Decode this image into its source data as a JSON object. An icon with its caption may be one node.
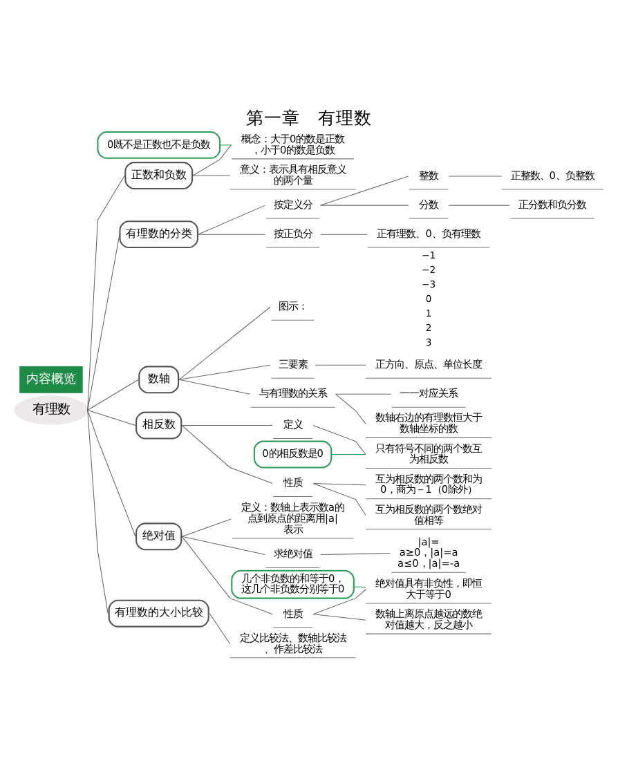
{
  "diagram": {
    "title": "第一章　有理数",
    "nodes": [
      {
        "text": [
          "有理数"
        ]
      },
      {
        "text": [
          "正数和负数"
        ]
      },
      {
        "text": [
          "概念：大于0的数是正数，小于0的数是负数"
        ]
      },
      {
        "text": [
          "0既不是正数也不是负数"
        ]
      },
      {
        "text": [
          "意义：表示具有相反意义的两个量"
        ]
      },
      {
        "text": [
          "有理数的分类"
        ]
      },
      {
        "text": [
          "按定义分"
        ]
      },
      {
        "text": [
          "整数"
        ]
      },
      {
        "text": [
          "正整数、0、负整数"
        ]
      },
      {
        "text": [
          "分数"
        ]
      },
      {
        "text": [
          "正分数和负分数"
        ]
      },
      {
        "text": [
          "按正负分"
        ]
      },
      {
        "text": [
          "正有理数、0、负有理数"
        ]
      },
      {
        "text": [
          "数轴"
        ]
      },
      {
        "text": [
          "图示："
        ]
      },
      {
        "text": [
          "三要素"
        ]
      },
      {
        "text": [
          "正方向、原点、单位长度"
        ]
      },
      {
        "text": [
          "与有理数的关系"
        ]
      },
      {
        "text": [
          "一一对应关系"
        ]
      },
      {
        "text": [
          "数轴右边的有理数恒大于数轴坐标的数"
        ]
      },
      {
        "text": [
          "相反数"
        ]
      },
      {
        "text": [
          "定义"
        ]
      },
      {
        "text": [
          "只有符号不同的两个数互为相反数"
        ]
      },
      {
        "text": [
          "0的相反数是0"
        ]
      },
      {
        "text": [
          "性质"
        ]
      },
      {
        "text": [
          "互为相反数的两个数和为0，商为－1（0除外）"
        ]
      },
      {
        "text": [
          "互为相反数的两个数绝对值相等"
        ]
      },
      {
        "text": [
          "绝对值"
        ]
      },
      {
        "text": [
          "定义：数轴上表示数a的点到原点的距离用|a|表示"
        ]
      },
      {
        "text": [
          "求绝对值"
        ]
      },
      {
        "text": [
          "|a|=",
          "a≥0，|a|=a",
          "a≤0，|a|=-a"
        ]
      },
      {
        "text": [
          "性质"
        ]
      },
      {
        "text": [
          "几个非负数的和等于0，这几个非负数分别等于0"
        ]
      },
      {
        "text": [
          "绝对值具有非负性，即恒大于等于0"
        ]
      },
      {
        "text": [
          "数轴上离原点越远的数绝对值越大，反之越小"
        ]
      },
      {
        "text": [
          "有理数的大小比较"
        ]
      },
      {
        "text": [
          "定义比较法、数轴比较法、作差比较法"
        ]
      }
    ],
    "edges": [
      {
        "from": 0,
        "to": 1,
        "arrow": "none"
      },
      {
        "from": 1,
        "to": 2,
        "arrow": "none"
      },
      {
        "from": 3,
        "to": 2,
        "arrow": "none"
      },
      {
        "from": 1,
        "to": 4,
        "arrow": "none"
      },
      {
        "from": 0,
        "to": 5,
        "arrow": "none"
      },
      {
        "from": 5,
        "to": 6,
        "arrow": "none"
      },
      {
        "from": 6,
        "to": 7,
        "arrow": "none"
      },
      {
        "from": 7,
        "to": 8,
        "arrow": "none"
      },
      {
        "from": 6,
        "to": 9,
        "arrow": "none"
      },
      {
        "from": 9,
        "to": 10,
        "arrow": "none"
      },
      {
        "from": 5,
        "to": 11,
        "arrow": "none"
      },
      {
        "from": 11,
        "to": 12,
        "arrow": "none"
      },
      {
        "from": 0,
        "to": 13,
        "arrow": "none"
      },
      {
        "from": 13,
        "to": 14,
        "arrow": "none"
      },
      {
        "from": 13,
        "to": 15,
        "arrow": "none"
      },
      {
        "from": 15,
        "to": 16,
        "arrow": "none"
      },
      {
        "from": 13,
        "to": 17,
        "arrow": "none"
      },
      {
        "from": 17,
        "to": 18,
        "arrow": "none"
      },
      {
        "from": 17,
        "to": 19,
        "arrow": "none"
      },
      {
        "from": 0,
        "to": 20,
        "arrow": "none"
      },
      {
        "from": 20,
        "to": 21,
        "arrow": "none"
      },
      {
        "from": 21,
        "to": 22,
        "arrow": "none"
      },
      {
        "from": 23,
        "to": 22,
        "arrow": "none"
      },
      {
        "from": 20,
        "to": 24,
        "arrow": "none"
      },
      {
        "from": 24,
        "to": 25,
        "arrow": "none"
      },
      {
        "from": 24,
        "to": 26,
        "arrow": "none"
      },
      {
        "from": 0,
        "to": 27,
        "arrow": "none"
      },
      {
        "from": 27,
        "to": 28,
        "arrow": "none"
      },
      {
        "from": 27,
        "to": 29,
        "arrow": "none"
      },
      {
        "from": 29,
        "to": 30,
        "arrow": "none"
      },
      {
        "from": 27,
        "to": 31,
        "arrow": "none"
      },
      {
        "from": 32,
        "to": 33,
        "arrow": "none"
      },
      {
        "from": 31,
        "to": 33,
        "arrow": "none"
      },
      {
        "from": 31,
        "to": 34,
        "arrow": "none"
      },
      {
        "from": 0,
        "to": 35,
        "arrow": "none"
      },
      {
        "from": 35,
        "to": 36,
        "arrow": "none"
      }
    ],
    "labels": [
      "内容概览",
      "−1",
      "−2",
      "−3",
      "0",
      "1",
      "2",
      "3"
    ]
  }
}
